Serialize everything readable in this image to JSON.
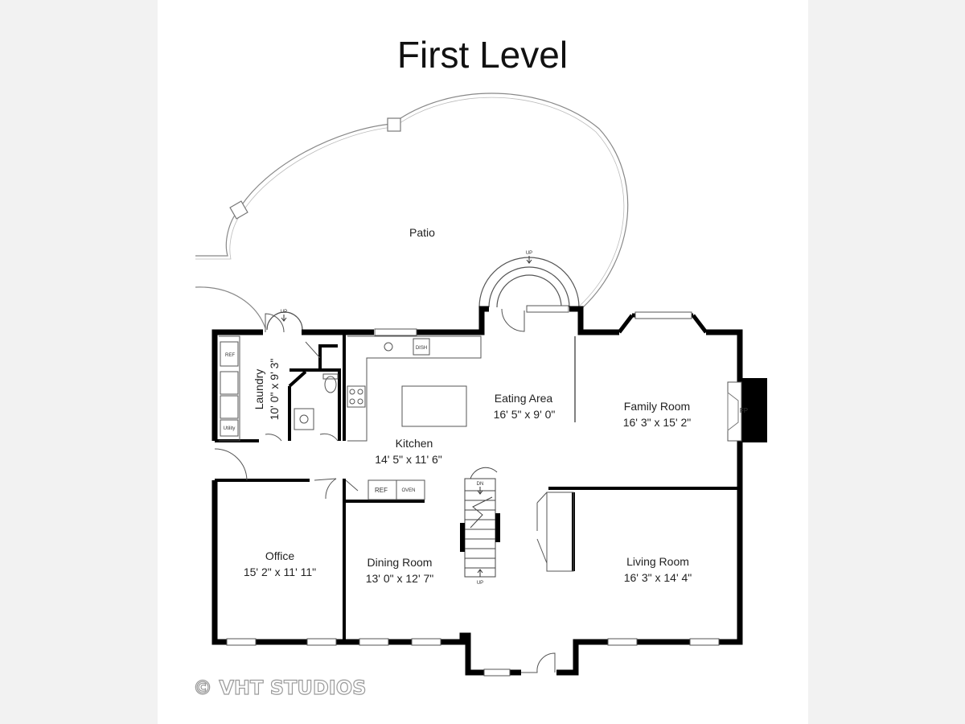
{
  "title": "First Level",
  "watermark": "© VHT STUDIOS",
  "rooms": {
    "patio": "Patio",
    "laundry": {
      "name": "Laundry",
      "dims": "10' 0\" x 9' 3\""
    },
    "kitchen": {
      "name": "Kitchen",
      "dims": "14' 5\" x 11' 6\""
    },
    "eating_area": {
      "name": "Eating Area",
      "dims": "16' 5\" x 9' 0\""
    },
    "family_room": {
      "name": "Family Room",
      "dims": "16' 3\" x 15' 2\""
    },
    "office": {
      "name": "Office",
      "dims": "15' 2\" x 11' 11\""
    },
    "dining_room": {
      "name": "Dining Room",
      "dims": "13' 0\" x 12' 7\""
    },
    "living_room": {
      "name": "Living Room",
      "dims": "16' 3\" x 14' 4\""
    }
  },
  "fixtures": {
    "ref_laundry": "REF",
    "utility": "Utility",
    "dish": "DISH",
    "ref_kitchen": "REF",
    "oven": "OVEN",
    "fireplace": "FP"
  },
  "stairs": {
    "up_patio": "UP",
    "up_laundry": "UP",
    "dn": "DN",
    "up": "UP"
  }
}
